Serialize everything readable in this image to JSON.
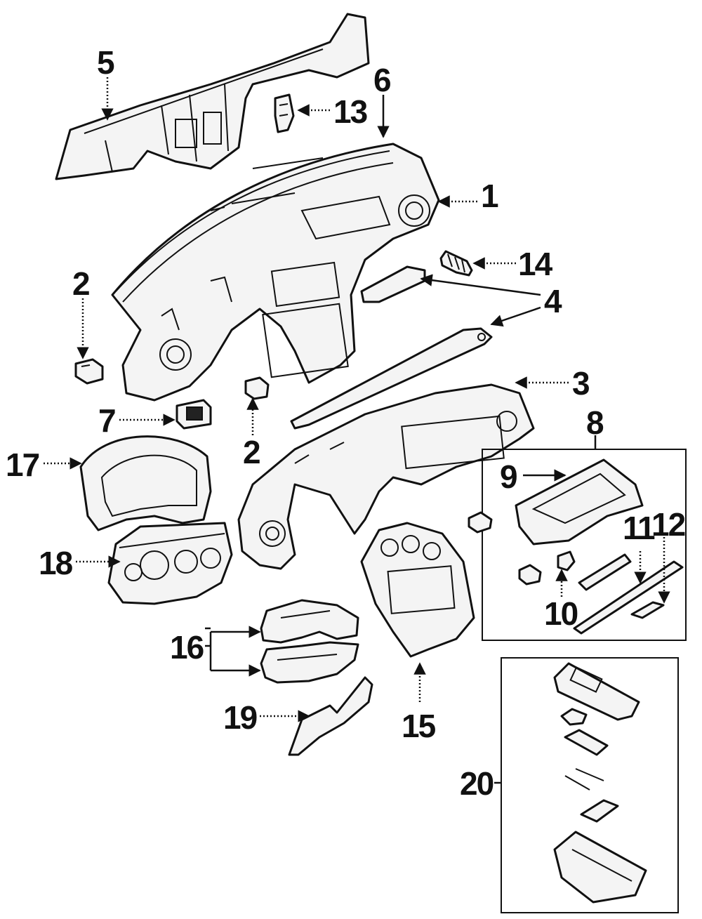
{
  "callouts": {
    "c1": "1",
    "c2a": "2",
    "c2b": "2",
    "c3": "3",
    "c4": "4",
    "c5": "5",
    "c6": "6",
    "c7": "7",
    "c8": "8",
    "c9": "9",
    "c10": "10",
    "c11": "11",
    "c12": "12",
    "c13": "13",
    "c14": "14",
    "c15": "15",
    "c16": "16",
    "c17": "17",
    "c18": "18",
    "c19": "19",
    "c20": "20"
  },
  "colors": {
    "ink": "#111111",
    "paper": "#ffffff"
  }
}
